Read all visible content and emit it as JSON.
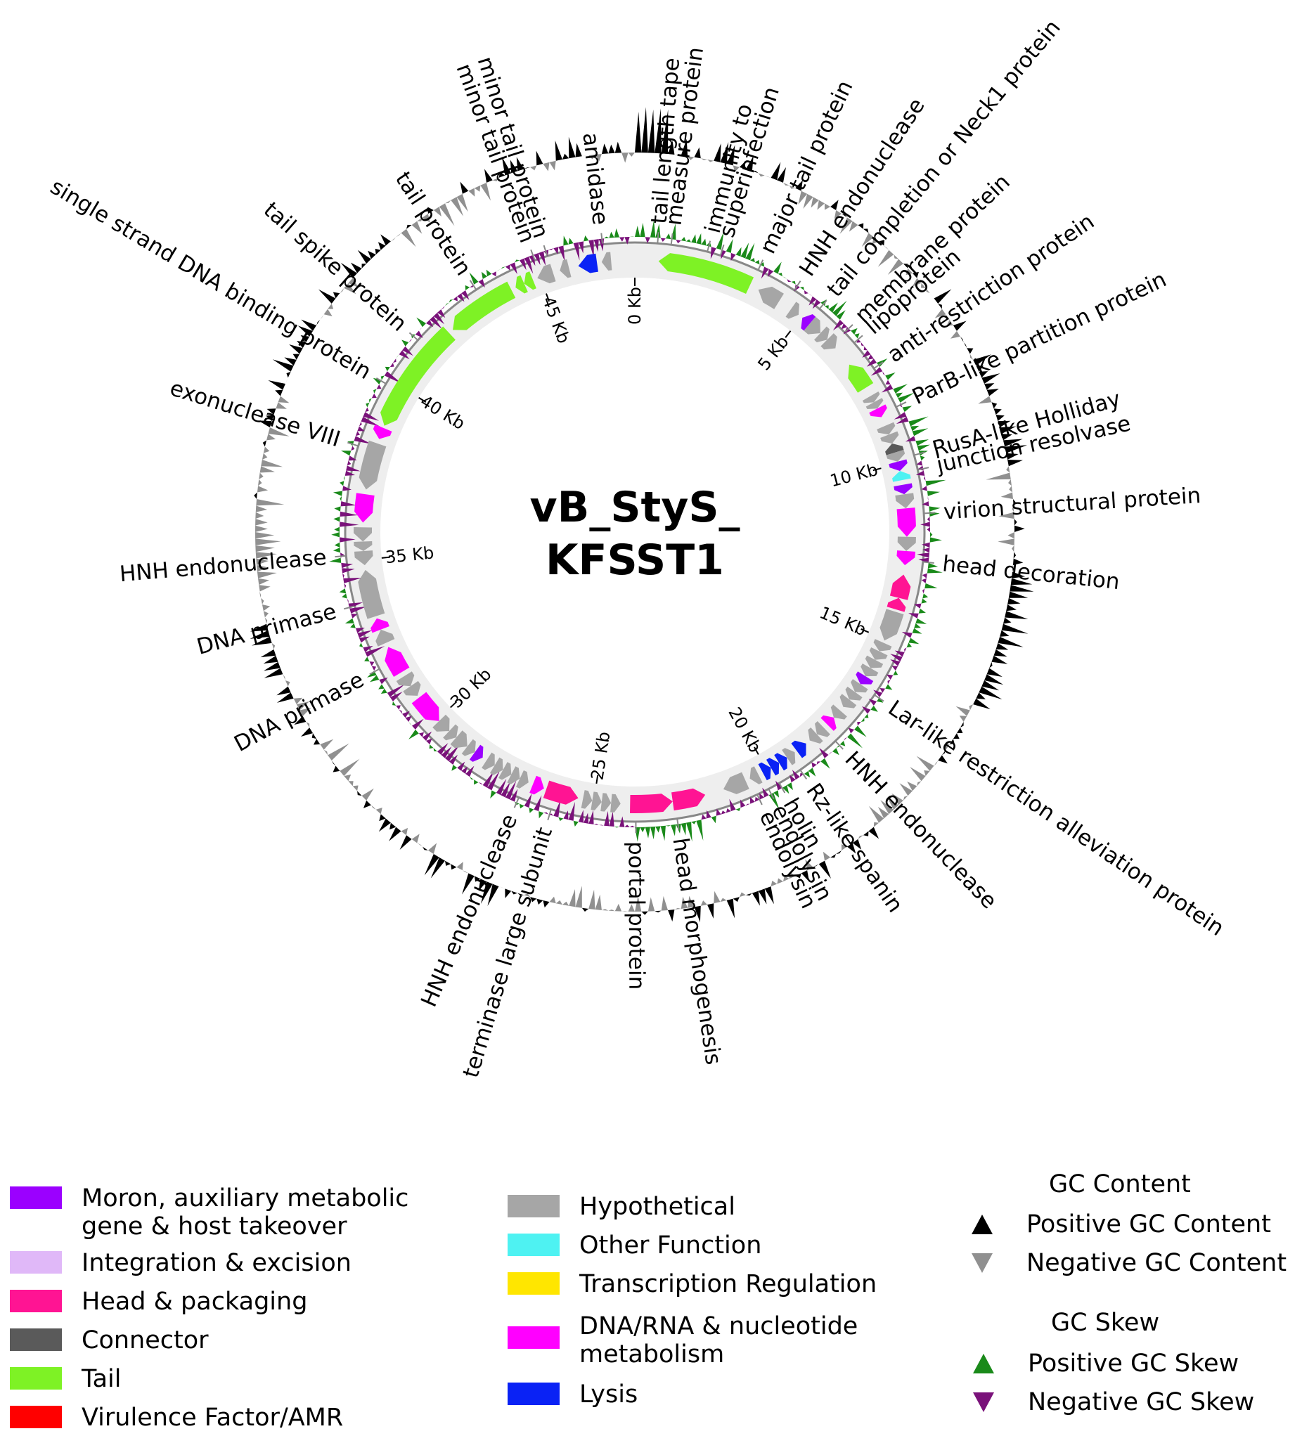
{
  "title_lines": [
    "vB_StyS_",
    "KFSST1"
  ],
  "genome_length_kb": 47.7,
  "category_colors": {
    "moron": "#9b00ff",
    "integration": "#e0b8f8",
    "head": "#ff1493",
    "connector": "#5a5a5a",
    "tail": "#7ef225",
    "virulence": "#ff0000",
    "hypothetical": "#a6a6a6",
    "other": "#4ef2f2",
    "transcription": "#ffe600",
    "dna": "#ff00ff",
    "lysis": "#0a22f5"
  },
  "kb_ticks": [
    "0 Kb",
    "5 Kb",
    "10 Kb",
    "15 Kb",
    "20 Kb",
    "25 Kb",
    "30 Kb",
    "35 Kb",
    "40 Kb",
    "45 Kb"
  ],
  "annotations": [
    {
      "text": "tail length tape",
      "deg": 4.5
    },
    {
      "text": "measure protein",
      "deg": 7.2
    },
    {
      "text": "immunity to",
      "deg": 14.5
    },
    {
      "text": "superinfection",
      "deg": 17.2
    },
    {
      "text": "major tail protein",
      "deg": 25.2
    },
    {
      "text": "HNH endonuclease",
      "deg": 33.4
    },
    {
      "text": "tail completion or Neck1 protein",
      "deg": 39.6
    },
    {
      "text": "membrane protein",
      "deg": 46.4
    },
    {
      "text": "lipoprotein",
      "deg": 49.2
    },
    {
      "text": "anti-restriction protein",
      "deg": 55.6
    },
    {
      "text": "ParB-like partition protein",
      "deg": 64.4
    },
    {
      "text": "RusA-like Holliday",
      "deg": 74.6
    },
    {
      "text": "junction resolvase",
      "deg": 77.6
    },
    {
      "text": "virion structural protein",
      "deg": 86.3
    },
    {
      "text": "head decoration",
      "deg": 95.9
    },
    {
      "text": "Lar-like restriction alleviation protein",
      "deg": 124.2
    },
    {
      "text": "HNH endonuclease",
      "deg": 136.2
    },
    {
      "text": "Rz-like spanin",
      "deg": 145.2
    },
    {
      "text": "holin",
      "deg": 150.1
    },
    {
      "text": "endolysin",
      "deg": 152.5
    },
    {
      "text": "endolysin",
      "deg": 155.0
    },
    {
      "text": "head morphogenesis",
      "deg": 171.6
    },
    {
      "text": "portal protein",
      "deg": 179.8
    },
    {
      "text": "terminase large subunit",
      "deg": 196.8
    },
    {
      "text": "HNH endonuclease",
      "deg": 203.6
    },
    {
      "text": "DNA primase",
      "deg": 241.8
    },
    {
      "text": "DNA primase",
      "deg": 255.2
    },
    {
      "text": "HNH endonuclease",
      "deg": 265.3
    },
    {
      "text": "exonuclease VIII",
      "deg": 287.3
    },
    {
      "text": "single strand DNA binding protein",
      "deg": 300.8
    },
    {
      "text": "tail spike protein",
      "deg": 311.5
    },
    {
      "text": "tail protein",
      "deg": 326.8
    },
    {
      "text": "minor tail protein",
      "deg": 339.8
    },
    {
      "text": "minor tail protein",
      "deg": 342.4
    },
    {
      "text": "amidase",
      "deg": 353.6
    }
  ],
  "genes": [
    {
      "a1": 5,
      "a2": 25,
      "strand": "-",
      "cat": "tail"
    },
    {
      "a1": 27,
      "a2": 32,
      "strand": "-",
      "cat": "hypothetical"
    },
    {
      "a1": 35,
      "a2": 37,
      "strand": "+",
      "cat": "hypothetical"
    },
    {
      "a1": 38,
      "a2": 40,
      "strand": "-",
      "cat": "moron"
    },
    {
      "a1": 40,
      "a2": 43,
      "strand": "+",
      "cat": "hypothetical"
    },
    {
      "a1": 43,
      "a2": 45,
      "strand": "+",
      "cat": "hypothetical"
    },
    {
      "a1": 45,
      "a2": 47.5,
      "strand": "+",
      "cat": "hypothetical"
    },
    {
      "a1": 52,
      "a2": 58,
      "strand": "-",
      "cat": "tail"
    },
    {
      "a1": 60,
      "a2": 61.5,
      "strand": "+",
      "cat": "hypothetical"
    },
    {
      "a1": 61.5,
      "a2": 63,
      "strand": "+",
      "cat": "hypothetical"
    },
    {
      "a1": 63,
      "a2": 65,
      "strand": "+",
      "cat": "dna"
    },
    {
      "a1": 67,
      "a2": 69,
      "strand": "+",
      "cat": "hypothetical"
    },
    {
      "a1": 69,
      "a2": 71,
      "strand": "+",
      "cat": "hypothetical"
    },
    {
      "a1": 71,
      "a2": 73,
      "strand": "-",
      "cat": "connector"
    },
    {
      "a1": 73,
      "a2": 75,
      "strand": "+",
      "cat": "hypothetical"
    },
    {
      "a1": 75,
      "a2": 77,
      "strand": "+",
      "cat": "moron"
    },
    {
      "a1": 77,
      "a2": 79,
      "strand": "-",
      "cat": "other"
    },
    {
      "a1": 80,
      "a2": 82,
      "strand": "+",
      "cat": "moron"
    },
    {
      "a1": 82,
      "a2": 85,
      "strand": "+",
      "cat": "hypothetical"
    },
    {
      "a1": 85,
      "a2": 91,
      "strand": "+",
      "cat": "dna"
    },
    {
      "a1": 91,
      "a2": 94,
      "strand": "+",
      "cat": "hypothetical"
    },
    {
      "a1": 94,
      "a2": 97,
      "strand": "+",
      "cat": "dna"
    },
    {
      "a1": 99,
      "a2": 104,
      "strand": "-",
      "cat": "head"
    },
    {
      "a1": 104,
      "a2": 106.5,
      "strand": "-",
      "cat": "head"
    },
    {
      "a1": 107,
      "a2": 113.5,
      "strand": "+",
      "cat": "hypothetical"
    },
    {
      "a1": 114,
      "a2": 116,
      "strand": "+",
      "cat": "hypothetical"
    },
    {
      "a1": 116,
      "a2": 118,
      "strand": "+",
      "cat": "hypothetical"
    },
    {
      "a1": 118,
      "a2": 120,
      "strand": "+",
      "cat": "hypothetical"
    },
    {
      "a1": 120,
      "a2": 122,
      "strand": "+",
      "cat": "hypothetical"
    },
    {
      "a1": 122,
      "a2": 124,
      "strand": "+",
      "cat": "moron"
    },
    {
      "a1": 124,
      "a2": 126,
      "strand": "+",
      "cat": "hypothetical"
    },
    {
      "a1": 126,
      "a2": 128,
      "strand": "+",
      "cat": "hypothetical"
    },
    {
      "a1": 128,
      "a2": 130,
      "strand": "+",
      "cat": "hypothetical"
    },
    {
      "a1": 131,
      "a2": 133,
      "strand": "+",
      "cat": "hypothetical"
    },
    {
      "a1": 133,
      "a2": 135,
      "strand": "-",
      "cat": "dna"
    },
    {
      "a1": 136,
      "a2": 138,
      "strand": "+",
      "cat": "hypothetical"
    },
    {
      "a1": 138,
      "a2": 140,
      "strand": "+",
      "cat": "hypothetical"
    },
    {
      "a1": 141,
      "a2": 143.5,
      "strand": "-",
      "cat": "lysis"
    },
    {
      "a1": 144,
      "a2": 146,
      "strand": "-",
      "cat": "hypothetical"
    },
    {
      "a1": 146,
      "a2": 148,
      "strand": "-",
      "cat": "lysis"
    },
    {
      "a1": 148,
      "a2": 150,
      "strand": "-",
      "cat": "lysis"
    },
    {
      "a1": 150,
      "a2": 152,
      "strand": "-",
      "cat": "lysis"
    },
    {
      "a1": 153,
      "a2": 155,
      "strand": "+",
      "cat": "hypothetical"
    },
    {
      "a1": 156,
      "a2": 161,
      "strand": "+",
      "cat": "hypothetical"
    },
    {
      "a1": 165,
      "a2": 172,
      "strand": "-",
      "cat": "head"
    },
    {
      "a1": 172,
      "a2": 181,
      "strand": "-",
      "cat": "head"
    },
    {
      "a1": 183,
      "a2": 185,
      "strand": "-",
      "cat": "hypothetical"
    },
    {
      "a1": 185,
      "a2": 187,
      "strand": "-",
      "cat": "hypothetical"
    },
    {
      "a1": 187,
      "a2": 189,
      "strand": "-",
      "cat": "hypothetical"
    },
    {
      "a1": 189,
      "a2": 191,
      "strand": "-",
      "cat": "hypothetical"
    },
    {
      "a1": 192,
      "a2": 199,
      "strand": "-",
      "cat": "head"
    },
    {
      "a1": 199.5,
      "a2": 202,
      "strand": "-",
      "cat": "dna"
    },
    {
      "a1": 203,
      "a2": 205,
      "strand": "-",
      "cat": "hypothetical"
    },
    {
      "a1": 205,
      "a2": 207,
      "strand": "-",
      "cat": "hypothetical"
    },
    {
      "a1": 207,
      "a2": 209,
      "strand": "-",
      "cat": "hypothetical"
    },
    {
      "a1": 209,
      "a2": 211,
      "strand": "-",
      "cat": "hypothetical"
    },
    {
      "a1": 211,
      "a2": 213,
      "strand": "-",
      "cat": "hypothetical"
    },
    {
      "a1": 214,
      "a2": 216,
      "strand": "-",
      "cat": "moron"
    },
    {
      "a1": 216,
      "a2": 218,
      "strand": "-",
      "cat": "hypothetical"
    },
    {
      "a1": 218,
      "a2": 221,
      "strand": "-",
      "cat": "hypothetical"
    },
    {
      "a1": 221,
      "a2": 223,
      "strand": "-",
      "cat": "hypothetical"
    },
    {
      "a1": 223,
      "a2": 226,
      "strand": "-",
      "cat": "hypothetical"
    },
    {
      "a1": 226,
      "a2": 232.5,
      "strand": "-",
      "cat": "dna"
    },
    {
      "a1": 233,
      "a2": 235.5,
      "strand": "-",
      "cat": "hypothetical"
    },
    {
      "a1": 235.5,
      "a2": 238,
      "strand": "-",
      "cat": "hypothetical"
    },
    {
      "a1": 239,
      "a2": 245,
      "strand": "+",
      "cat": "dna"
    },
    {
      "a1": 246,
      "a2": 249,
      "strand": "+",
      "cat": "hypothetical"
    },
    {
      "a1": 249,
      "a2": 251.5,
      "strand": "+",
      "cat": "dna"
    },
    {
      "a1": 252,
      "a2": 262,
      "strand": "+",
      "cat": "hypothetical"
    },
    {
      "a1": 263,
      "a2": 266,
      "strand": "-",
      "cat": "hypothetical"
    },
    {
      "a1": 266,
      "a2": 268,
      "strand": "-",
      "cat": "hypothetical"
    },
    {
      "a1": 268,
      "a2": 271,
      "strand": "-",
      "cat": "hypothetical"
    },
    {
      "a1": 272,
      "a2": 278,
      "strand": "-",
      "cat": "dna"
    },
    {
      "a1": 279,
      "a2": 289,
      "strand": "-",
      "cat": "hypothetical"
    },
    {
      "a1": 290,
      "a2": 292.5,
      "strand": "-",
      "cat": "dna"
    },
    {
      "a1": 293,
      "a2": 317,
      "strand": "-",
      "cat": "tail"
    },
    {
      "a1": 318,
      "a2": 333,
      "strand": "-",
      "cat": "tail"
    },
    {
      "a1": 334,
      "a2": 336,
      "strand": "-",
      "cat": "tail"
    },
    {
      "a1": 336,
      "a2": 338,
      "strand": "-",
      "cat": "tail"
    },
    {
      "a1": 339,
      "a2": 342.5,
      "strand": "-",
      "cat": "hypothetical"
    },
    {
      "a1": 344,
      "a2": 346,
      "strand": "-",
      "cat": "hypothetical"
    },
    {
      "a1": 348,
      "a2": 352,
      "strand": "-",
      "cat": "lysis"
    },
    {
      "a1": 353,
      "a2": 355,
      "strand": "-",
      "cat": "hypothetical"
    }
  ],
  "legend_col1": [
    {
      "label": "Moron, auxiliary metabolic gene & host takeover",
      "color": "#9b00ff"
    },
    {
      "label": "Integration & excision",
      "color": "#e0b8f8"
    },
    {
      "label": "Head & packaging",
      "color": "#ff1493"
    },
    {
      "label": "Connector",
      "color": "#5a5a5a"
    },
    {
      "label": "Tail",
      "color": "#7ef225"
    },
    {
      "label": "Virulence Factor/AMR",
      "color": "#ff0000"
    }
  ],
  "legend_col2": [
    {
      "label": "Hypothetical",
      "color": "#a6a6a6"
    },
    {
      "label": "Other Function",
      "color": "#4ef2f2"
    },
    {
      "label": "Transcription Regulation",
      "color": "#ffe600"
    },
    {
      "label": "DNA/RNA & nucleotide metabolism",
      "color": "#ff00ff"
    },
    {
      "label": "Lysis",
      "color": "#0a22f5"
    }
  ],
  "gc_content": {
    "heading": "GC Content",
    "positive_label": "Positive GC Content",
    "negative_label": "Negative GC Content",
    "positive_color": "#000000",
    "negative_color": "#909090"
  },
  "gc_skew": {
    "heading": "GC Skew",
    "positive_label": "Positive GC Skew",
    "negative_label": "Negative GC Skew",
    "positive_color": "#1a8a1a",
    "negative_color": "#7a127a"
  }
}
